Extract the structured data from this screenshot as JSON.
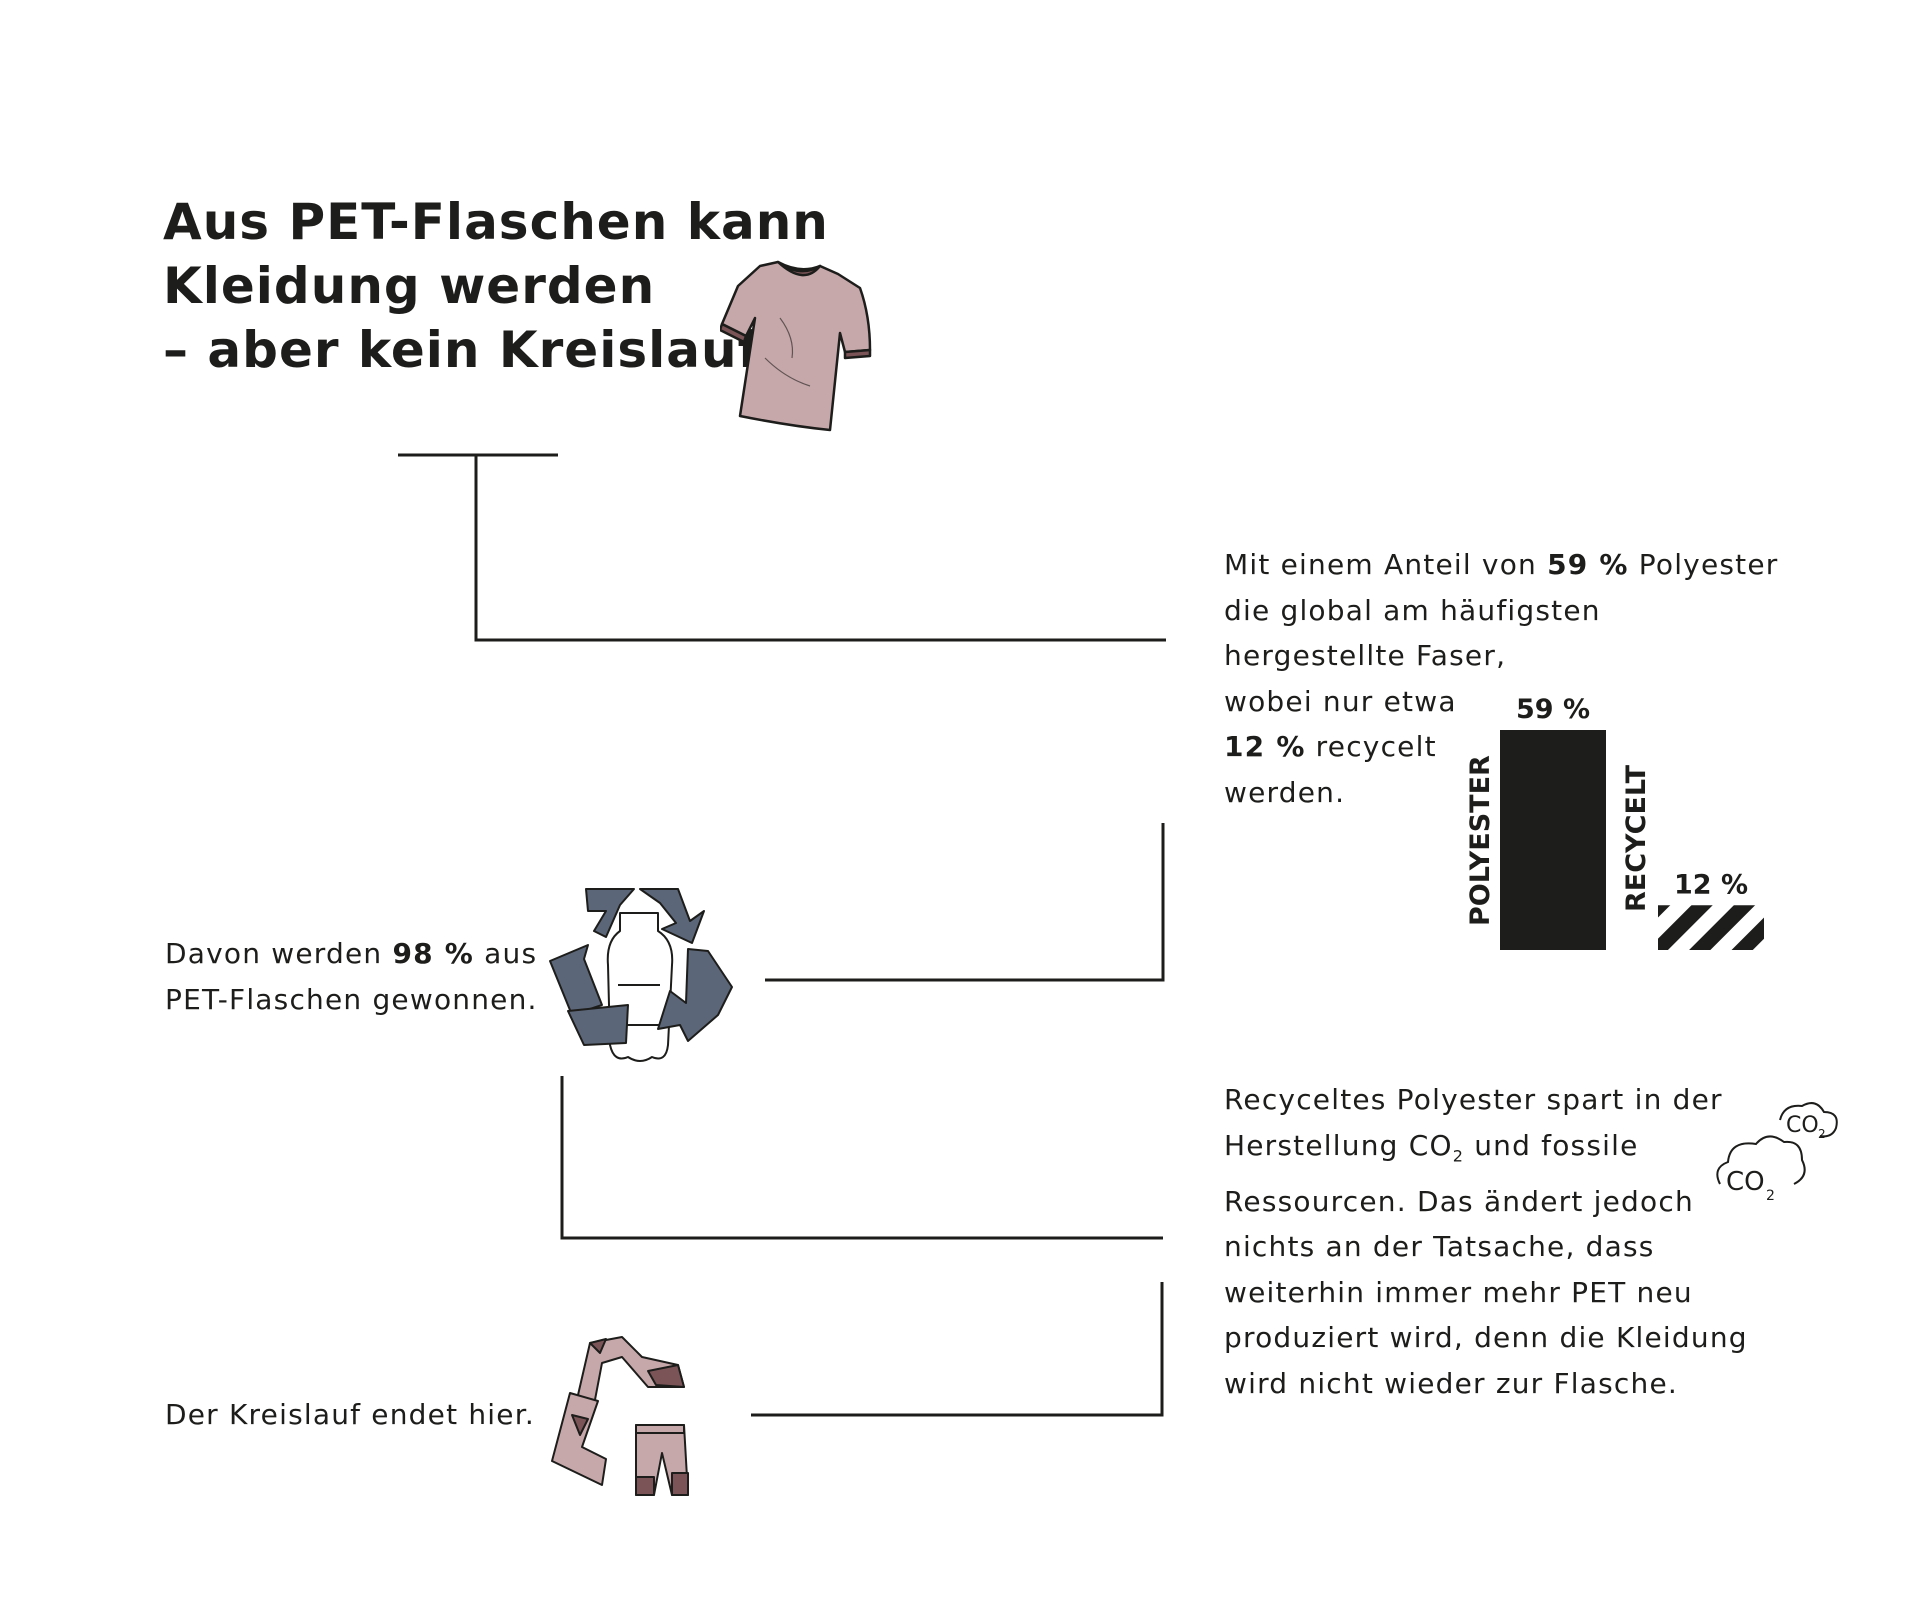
{
  "title": {
    "line1": "Aus PET-Flaschen kann",
    "line2": "Kleidung werden",
    "line3": "– aber kein Kreislauf."
  },
  "polyester_info": {
    "line1_pre": "Mit einem Anteil von ",
    "line1_bold": "59 %",
    "line1_post": " Polyester",
    "line2": "die global am häufigsten",
    "line3": "hergestellte Faser,",
    "line4": "wobei nur etwa",
    "line5_bold": "12 %",
    "line5_post": " recycelt",
    "line6": "werden."
  },
  "pet_source": {
    "line1_pre": "Davon werden ",
    "line1_bold": "98 %",
    "line1_post": " aus",
    "line2": "PET-Flaschen gewonnen."
  },
  "recycling_info": {
    "line1": "Recyceltes Polyester spart in der",
    "line2_pre": "Herstellung CO",
    "line2_sub": "2",
    "line2_post": " und fossile",
    "line3": "Ressourcen. Das ändert jedoch",
    "line4": "nichts an der Tatsache, dass",
    "line5": "weiterhin immer mehr PET neu",
    "line6": "produziert wird, denn die Kleidung",
    "line7": "wird nicht wieder zur Flasche."
  },
  "end_text": "Der Kreislauf endet hier.",
  "co2_clouds": {
    "text": "CO",
    "sub": "2"
  },
  "chart_data": {
    "type": "bar",
    "categories": [
      "POLYESTER",
      "RECYCELT"
    ],
    "values": [
      59,
      12
    ],
    "value_labels": [
      "59 %",
      "12 %"
    ],
    "unit": "%",
    "ylim": [
      0,
      59
    ],
    "fills": [
      "solid",
      "diagonal-stripes"
    ],
    "colors": {
      "bar": "#1d1d1b"
    }
  },
  "colors": {
    "text": "#1d1d1b",
    "shirt": "#c7a8aa",
    "shirt_dark": "#7a5457",
    "recycle": "#5b6678",
    "background": "#ffffff"
  }
}
